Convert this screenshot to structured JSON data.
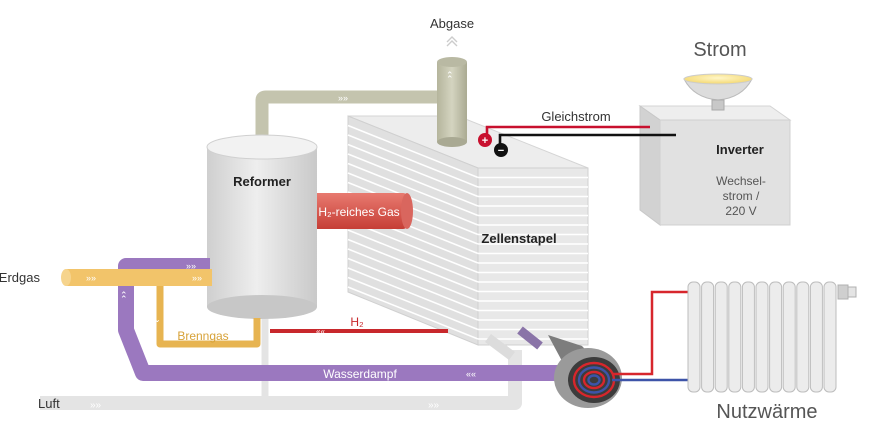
{
  "labels": {
    "abgase": "Abgase",
    "strom": "Strom",
    "gleichstrom": "Gleichstrom",
    "inverter": "Inverter",
    "wechselstrom_line1": "Wechsel-",
    "wechselstrom_line2": "strom /",
    "wechselstrom_line3": "220 V",
    "reformer": "Reformer",
    "h2_gas": "H₂-reiches Gas",
    "zellenstapel": "Zellenstapel",
    "erdgas": "Erdgas",
    "brenngas": "Brenngas",
    "h2": "H₂",
    "wasserdampf": "Wasserdampf",
    "luft": "Luft",
    "nutzwaerme": "Nutzwärme"
  },
  "terminals": {
    "plus": "+",
    "minus": "−"
  },
  "colors": {
    "exhaust_pipe": "#c4c4ae",
    "reformer_tank": "#dcdcdc",
    "h2_gas_pipe": "#d9534a",
    "h2_line": "#c8282c",
    "erdgas_pipe": "#f2c46a",
    "brenngas_pipe": "#e7b451",
    "steam_pipe": "#9b78bf",
    "air_pipe": "#e2e2e2",
    "cable_positive": "#c8102e",
    "cable_negative": "#111111",
    "stack": "#e2e2e2",
    "inverter_box": "#dedede",
    "radiator": "#e8e8e8",
    "hot_water": "#d7262c",
    "cold_water": "#3d54a8",
    "label_text": "#333333",
    "pipe_label_text": "#ffffff"
  }
}
